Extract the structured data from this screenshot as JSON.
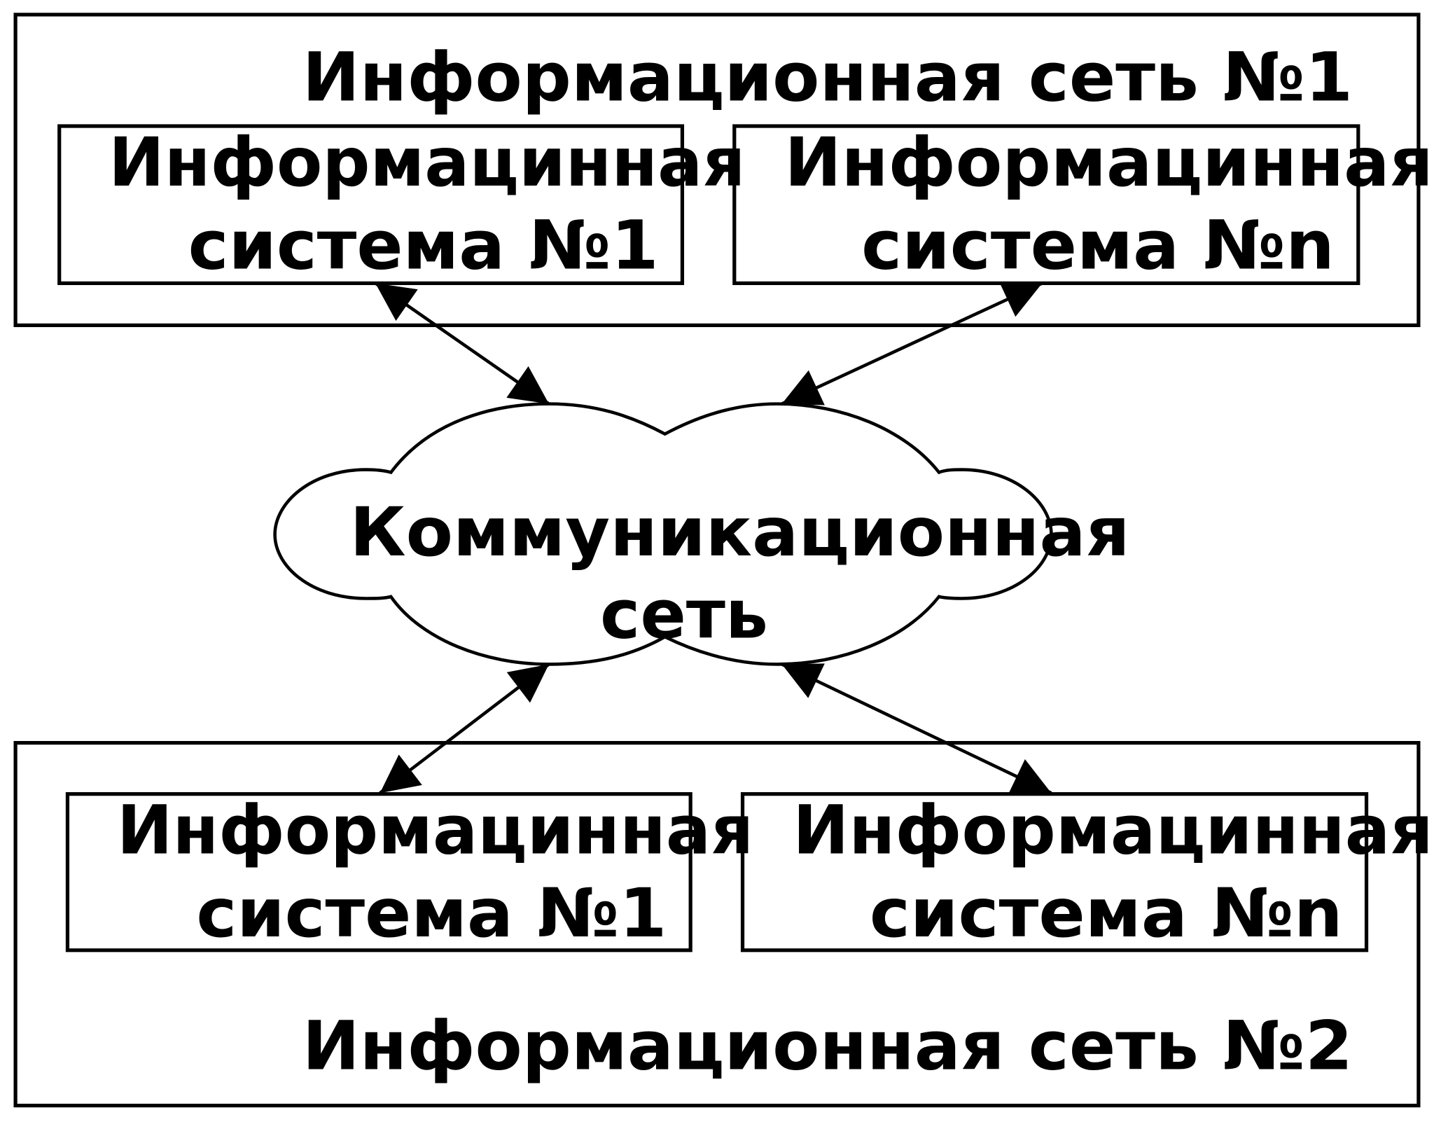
{
  "network1": {
    "title": "Информационная сеть №1",
    "system1": {
      "line1": "Информацинная",
      "line2": "система №1"
    },
    "systemN": {
      "line1": "Информацинная",
      "line2": "система №n"
    }
  },
  "communication": {
    "line1": "Коммуникационная",
    "line2": "сеть"
  },
  "network2": {
    "title": "Информационная сеть №2",
    "system1": {
      "line1": "Информацинная",
      "line2": "система №1"
    },
    "systemN": {
      "line1": "Информацинная",
      "line2": "система №n"
    }
  }
}
